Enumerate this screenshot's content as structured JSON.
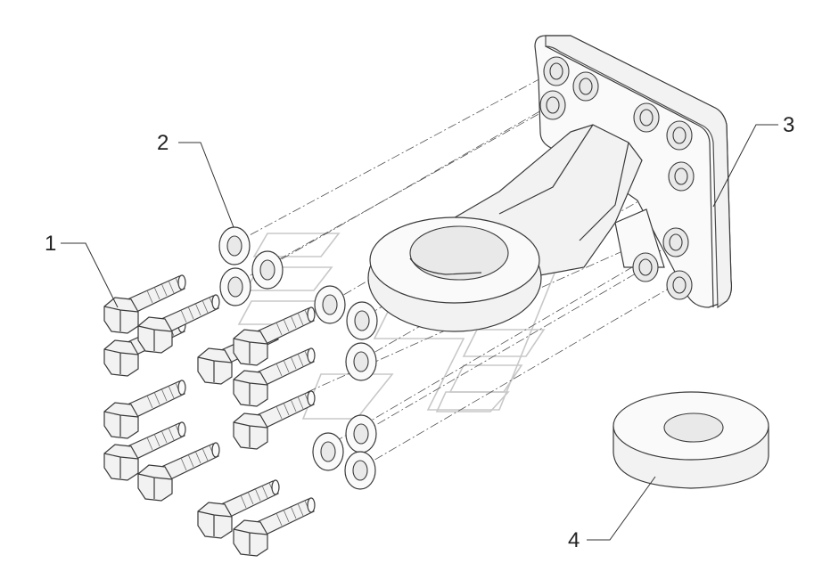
{
  "callouts": [
    {
      "id": "1",
      "label": "1"
    },
    {
      "id": "2",
      "label": "2"
    },
    {
      "id": "3",
      "label": "3"
    },
    {
      "id": "4",
      "label": "4"
    }
  ],
  "colors": {
    "ink": "#3a3a3a",
    "fill": "#f2f2f2",
    "background": "#ffffff"
  }
}
